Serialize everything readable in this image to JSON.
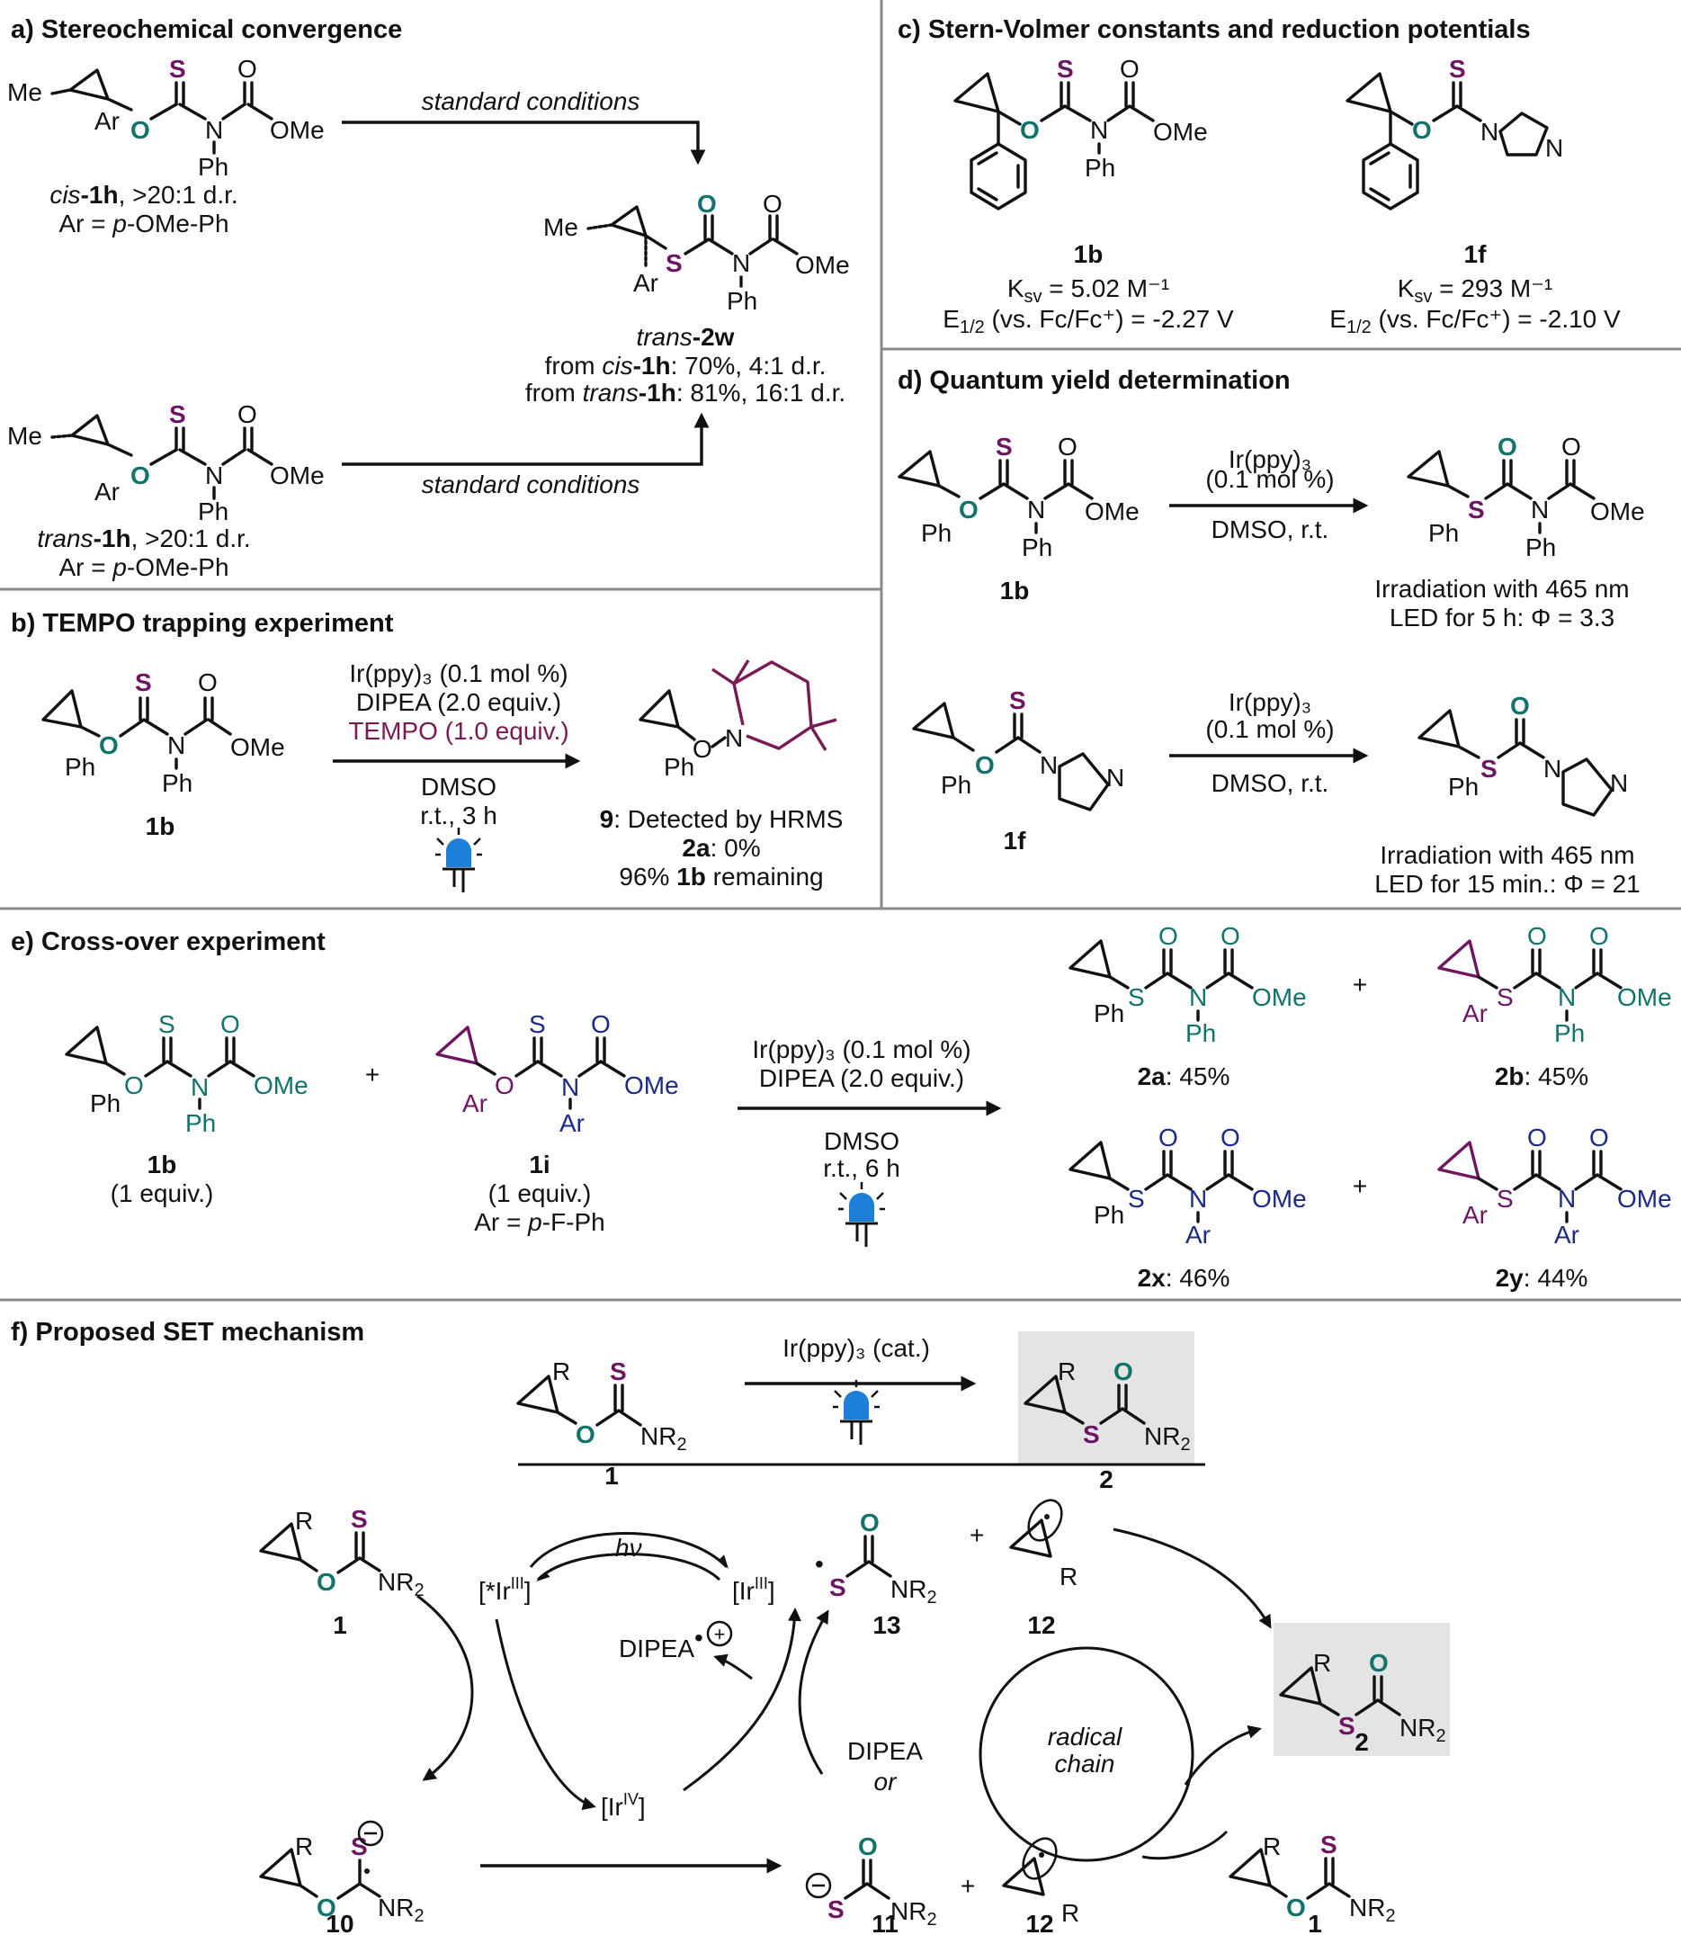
{
  "colors": {
    "sulfur": "#6d1462",
    "oxygen": "#12736b",
    "blue_series": "#1b2b85",
    "tempo": "#7a1a55",
    "led": "#1e7fd8",
    "product_box": "#e4e4e4",
    "divider": "#8a8a8a"
  },
  "panel_a": {
    "title": "a) Stereochemical convergence",
    "conditions_top": "standard conditions",
    "conditions_bottom": "standard conditions",
    "cis_label_a": "cis",
    "cis_label_b": "-1h",
    "cis_label_c": ", >20:1 d.r.",
    "cis_ar_a": "Ar = ",
    "cis_ar_b": "p",
    "cis_ar_c": "-OMe-Ph",
    "trans_label_a": "trans",
    "trans_label_b": "-1h",
    "trans_label_c": ", >20:1 d.r.",
    "trans_ar_a": "Ar = ",
    "trans_ar_b": "p",
    "trans_ar_c": "-OMe-Ph",
    "product_a": "trans",
    "product_b": "-2w",
    "from_cis_a": "from ",
    "from_cis_b": "cis",
    "from_cis_c": "-1h",
    "from_cis_d": ": 70%, 4:1 d.r.",
    "from_trans_a": "from ",
    "from_trans_b": "trans",
    "from_trans_c": "-1h",
    "from_trans_d": ": 81%, 16:1 d.r."
  },
  "panel_b": {
    "title": "b) TEMPO trapping experiment",
    "cond_1": "Ir(ppy)₃ (0.1 mol %)",
    "cond_2": "DIPEA (2.0 equiv.)",
    "cond_3": "TEMPO (1.0 equiv.)",
    "cond_4": "DMSO",
    "cond_5": "r.t., 3 h",
    "sm_label": "1b",
    "res_1a": "9",
    "res_1b": ": Detected by HRMS",
    "res_2a": "2a",
    "res_2b": ": 0%",
    "res_3a": "96% ",
    "res_3b": "1b",
    "res_3c": " remaining"
  },
  "panel_c": {
    "title": "c) Stern-Volmer constants and reduction potentials",
    "c1_label": "1b",
    "c1_ksv": "5.02 M⁻¹",
    "c1_e": "(vs. Fc/Fc⁺) = -2.27 V",
    "c2_label": "1f",
    "c2_ksv": "293 M⁻¹",
    "c2_e": "(vs. Fc/Fc⁺) = -2.10 V",
    "ksv": "K",
    "ksv_sub": "sv",
    "e_half": "E",
    "e_sub": "1/2"
  },
  "panel_d": {
    "title": "d) Quantum yield determination",
    "r1_cond_1": "Ir(ppy)₃",
    "r1_cond_2": "(0.1 mol %)",
    "r1_cond_3": "DMSO, r.t.",
    "r1_sm": "1b",
    "r1_res_1": "Irradiation with 465 nm",
    "r1_res_2": "LED for 5 h: Φ = 3.3",
    "r2_cond_1": "Ir(ppy)₃",
    "r2_cond_2": "(0.1 mol %)",
    "r2_cond_3": "DMSO, r.t.",
    "r2_sm": "1f",
    "r2_res_1": "Irradiation with 465 nm",
    "r2_res_2": "LED for 15 min.: Φ = 21"
  },
  "panel_e": {
    "title": "e) Cross-over experiment",
    "sm1_label": "1b",
    "sm1_equiv": "(1 equiv.)",
    "sm2_label": "1i",
    "sm2_equiv": "(1 equiv.)",
    "sm2_ar_a": "Ar = ",
    "sm2_ar_b": "p",
    "sm2_ar_c": "-F-Ph",
    "plus": "+",
    "cond_1": "Ir(ppy)₃ (0.1 mol %)",
    "cond_2": "DIPEA (2.0 equiv.)",
    "cond_3": "DMSO",
    "cond_4": "r.t., 6 h",
    "p1_a": "2a",
    "p1_b": ": 45%",
    "p2_a": "2b",
    "p2_b": ": 45%",
    "p3_a": "2x",
    "p3_b": ": 46%",
    "p4_a": "2y",
    "p4_b": ": 44%"
  },
  "panel_f": {
    "title": "f) Proposed SET mechanism",
    "cond": "Ir(ppy)₃ (cat.)",
    "sm_label": "1",
    "prod_label": "2",
    "ir_excited": "[*Ir",
    "ir_excited_sup": "III",
    "ir_ground": "[Ir",
    "ir_ground_sup": "III",
    "ir_oxidized": "[Ir",
    "ir_oxidized_sup": "IV",
    "hv": "hν",
    "dipea_cation": "DIPEA",
    "dipea": "DIPEA",
    "or": "or",
    "radical_chain_1": "radical",
    "radical_chain_2": "chain",
    "l_1": "1",
    "l_13": "13",
    "l_12": "12",
    "l_2": "2",
    "l_10": "10",
    "l_11": "11",
    "l_12b": "12",
    "l_1b": "1"
  }
}
